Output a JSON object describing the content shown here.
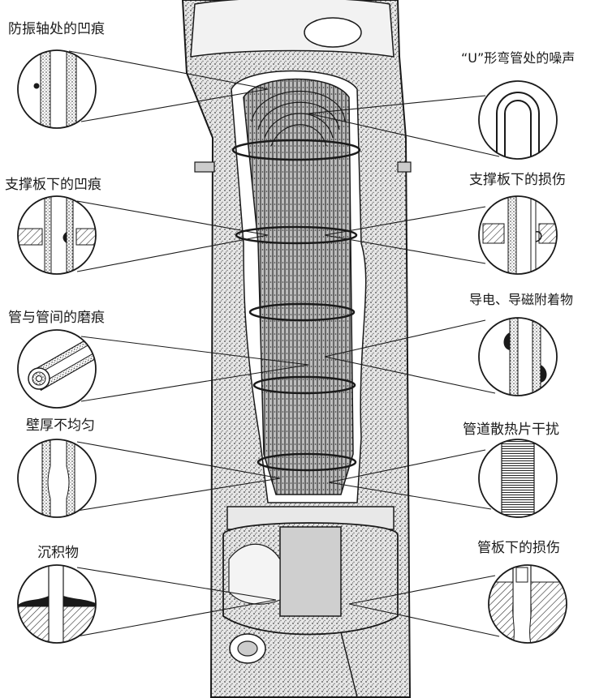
{
  "labels": {
    "vibration_bar": "防振轴处的凹痕",
    "u_bend": "“U”形弯管处的噪声",
    "support_dent": "支撑板下的凹痕",
    "support_damage": "支撑板下的损伤",
    "tube_wear": "管与管间的磨痕",
    "deposits_conductive": "导电、导磁附着物",
    "wall_thickness": "壁厚不均匀",
    "fin_interference": "管道散热片干扰",
    "sludge": "沉积物",
    "tubesheet_damage": "管板下的损伤"
  },
  "colors": {
    "ink": "#1a1a1a",
    "hatch": "#333333",
    "paper": "#ffffff",
    "shell": "#d8d8d8"
  }
}
